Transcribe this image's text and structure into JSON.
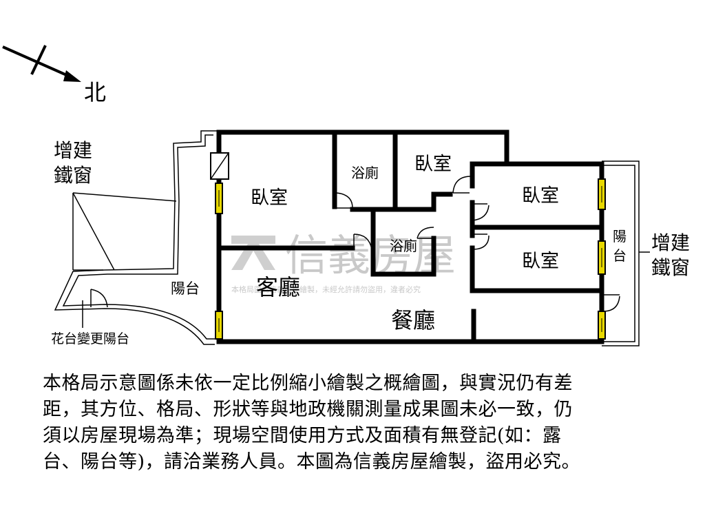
{
  "compass": {
    "label": "北"
  },
  "annotations": {
    "left_addition": [
      "增建",
      "鐵窗"
    ],
    "right_addition": [
      "增建",
      "鐵窗"
    ],
    "planter_change": "花台變更陽台"
  },
  "rooms": {
    "bedroom_a": "臥室",
    "bedroom_b": "臥室",
    "bedroom_c": "臥室",
    "bedroom_d": "臥室",
    "bath_a": "浴廁",
    "bath_b": "浴廁",
    "living": "客廳",
    "dining": "餐廳",
    "balcony_left": "陽台",
    "balcony_right": [
      "陽",
      "台"
    ]
  },
  "watermark": {
    "brand": "信義房屋",
    "notice": "本格局圖為信義房屋繪製，未經允許請勿盜用，違者必究"
  },
  "disclaimer": [
    "本格局示意圖係未依一定比例縮小繪製之概繪圖，與實況仍有差",
    "距，其方位、格局、形狀等與地政機關測量成果圖未必一致，仍",
    "須以房屋現場為準；現場空間使用方式及面積有無登記(如：露",
    "台、陽台等)，請洽業務人員。本圖為信義房屋繪製，盜用必究。"
  ],
  "colors": {
    "wall": "#000000",
    "window": "#e8d800",
    "watermark": "#c9c9c9"
  }
}
